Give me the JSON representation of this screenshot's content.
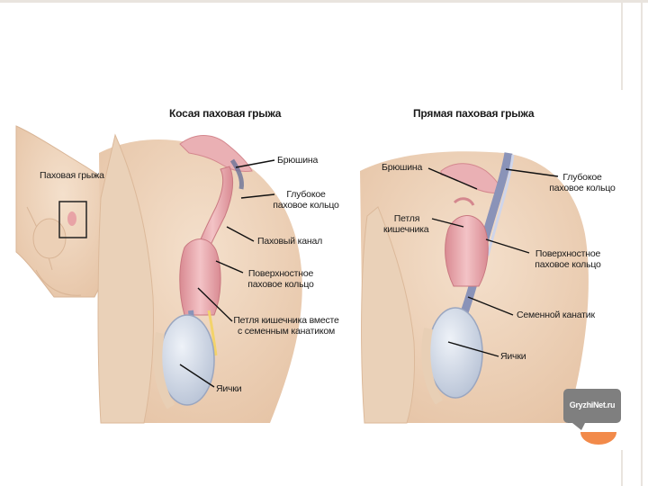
{
  "left_panel": {
    "title": "Косая паховая грыжа",
    "inset_label": "Паховая грыжа",
    "labels": {
      "peritoneum": "Брюшина",
      "deep_ring_1": "Глубокое",
      "deep_ring_2": "паховое кольцо",
      "canal": "Паховый канал",
      "superficial_ring_1": "Поверхностное",
      "superficial_ring_2": "паховое кольцо",
      "loop_cord_1": "Петля кишечника вместе",
      "loop_cord_2": "с семенным канатиком",
      "testicle": "Яички"
    }
  },
  "right_panel": {
    "title": "Прямая паховая грыжа",
    "labels": {
      "peritoneum": "Брюшина",
      "deep_ring_1": "Глубокое",
      "deep_ring_2": "паховое кольцо",
      "loop_1": "Петля",
      "loop_2": "кишечника",
      "superficial_ring_1": "Поверхностное",
      "superficial_ring_2": "паховое кольцо",
      "spermatic_cord": "Семенной канатик",
      "testicle": "Яички"
    }
  },
  "watermark": {
    "text": "GryzhiNet.ru"
  },
  "colors": {
    "skin": "#f1d9c2",
    "skin_shadow": "#e2bfa0",
    "pink": "#e9a7ad",
    "testicle": "#d3dbe8",
    "cord": "#8a93b8",
    "accent": "#f28a4a"
  }
}
